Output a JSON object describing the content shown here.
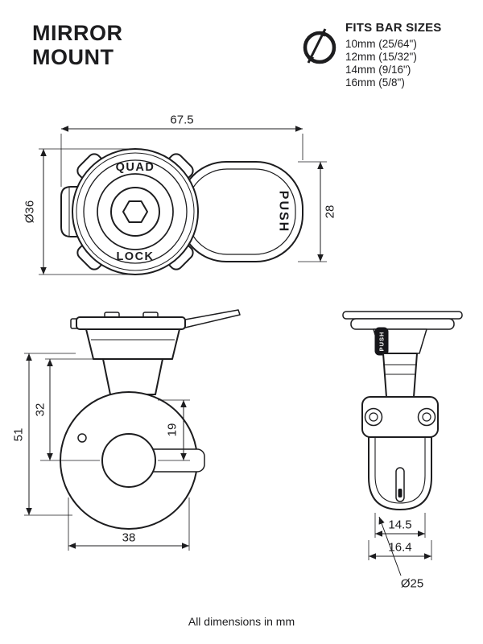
{
  "colors": {
    "ink": "#1d1d1f",
    "background": "#ffffff"
  },
  "header": {
    "title_line1": "MIRROR",
    "title_line2": "MOUNT",
    "bar_sizes_heading": "FITS BAR SIZES",
    "bar_sizes": [
      "10mm (25/64\")",
      "12mm (15/32\")",
      "14mm (9/16\")",
      "16mm (5/8\")"
    ]
  },
  "top_view": {
    "dim_width": "67.5",
    "dim_diameter": "Ø36",
    "dim_depth": "28",
    "label_quad": "QUAD",
    "label_lock": "LOCK",
    "label_push": "PUSH"
  },
  "side_view": {
    "dim_total_height": "51",
    "dim_upper_height": "32",
    "dim_offset": "19",
    "dim_width": "38"
  },
  "front_view": {
    "label_push": "PUSH",
    "dim_inner_width": "14.5",
    "dim_outer_width": "16.4",
    "dim_clamp_diameter": "Ø25"
  },
  "footer": {
    "note": "All dimensions in mm"
  }
}
